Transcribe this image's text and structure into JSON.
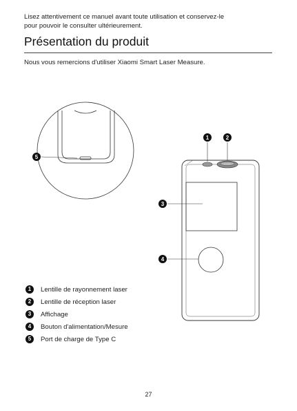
{
  "intro_lines": [
    "Lisez attentivement ce manuel avant toute utilisation et conservez-le",
    "pour pouvoir le consulter ultérieurement."
  ],
  "title": "Présentation du produit",
  "thanks": "Nous vous remercions d'utiliser Xiaomi Smart Laser Measure.",
  "callouts": [
    "1",
    "2",
    "3",
    "4",
    "5"
  ],
  "legend": [
    {
      "number": "1",
      "label": "Lentille de rayonnement laser"
    },
    {
      "number": "2",
      "label": "Lentille de réception laser"
    },
    {
      "number": "3",
      "label": "Affichage"
    },
    {
      "number": "4",
      "label": "Bouton d'alimentation/Mesure"
    },
    {
      "number": "5",
      "label": "Port de charge de Type C"
    }
  ],
  "page_number": "27"
}
